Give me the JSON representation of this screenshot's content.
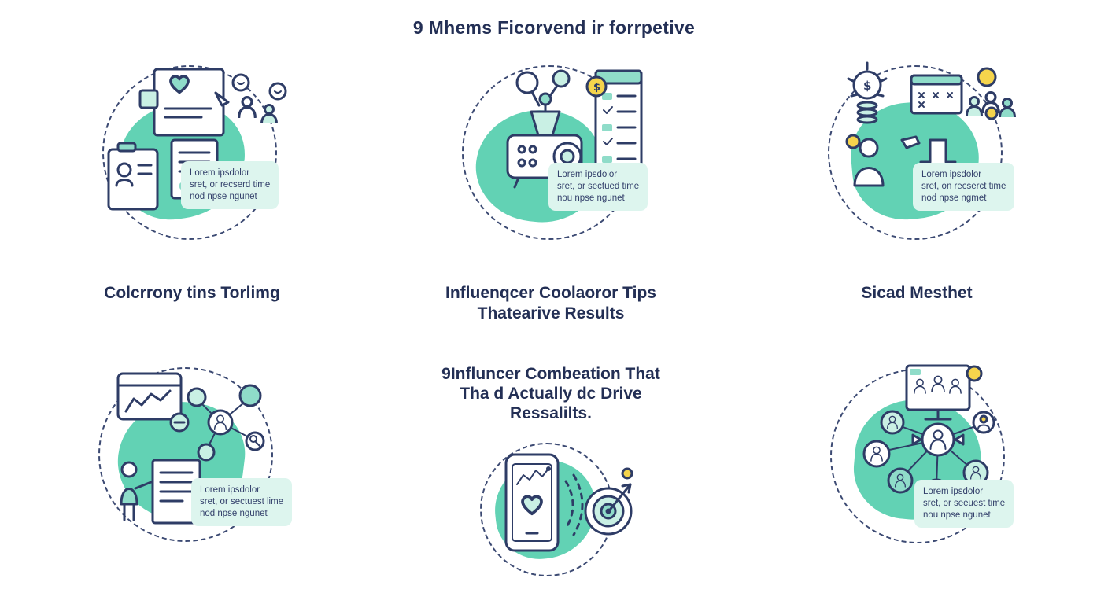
{
  "page": {
    "title": "9 Mhems Ficorvend ir forrpetive"
  },
  "colors": {
    "navy": "#2e3c66",
    "teal": "#62d2b4",
    "mint": "#ddf5ee",
    "yellow": "#f5d44c"
  },
  "panels": {
    "top_left": {
      "icon": "photo-collage-people-illustration",
      "caption_lines": [
        "Colcrrony tins Torlimg"
      ],
      "lorem_lines": [
        "Lorem ipsdolor",
        "sret, or recserd time",
        "nod npse ngunet"
      ]
    },
    "top_middle": {
      "icon": "projector-checklist-illustration",
      "caption_lines": [
        "Influenqcer Coolaoror Tips",
        "Thatearive Results"
      ],
      "lorem_lines": [
        "Lorem ipsdolor",
        "sret, or sectued time",
        "nou npse ngunet"
      ]
    },
    "top_right": {
      "icon": "money-idea-audience-illustration",
      "caption_lines": [
        "Sicad Mesthet"
      ],
      "lorem_lines": [
        "Lorem ipsdolor",
        "sret, on recserct time",
        "nod npse ngmet"
      ]
    },
    "bottom_left": {
      "icon": "analytics-network-illustration",
      "lorem_lines": [
        "Lorem ipsdolor",
        "sret, or sectuest lime",
        "nod npse ngunet"
      ]
    },
    "bottom_middle": {
      "icon": "phone-target-illustration",
      "heading_lines": [
        "9Influncer Combeation That",
        "Tha d Actually dc Drive",
        "Ressalilts."
      ]
    },
    "bottom_right": {
      "icon": "community-network-illustration",
      "lorem_lines": [
        "Lorem ipsdolor",
        "sret, or seeuest time",
        "nou npse ngunet"
      ]
    }
  }
}
